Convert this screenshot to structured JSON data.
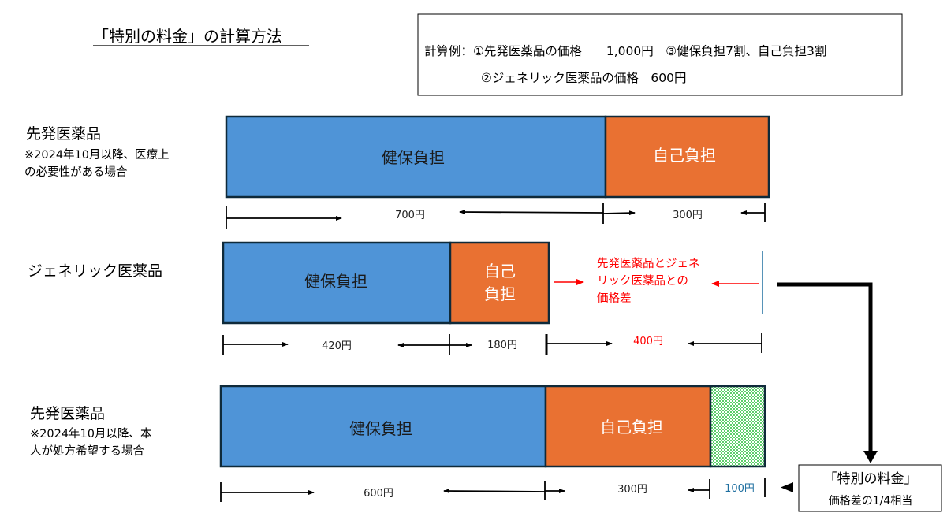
{
  "title": "「特別の料金」の計算方法",
  "example": {
    "line1": "計算例：①先発医薬品の価格　　1,000円　③健保負担7割、自己負担3割",
    "line2": "②ジェネリック医薬品の価格　600円"
  },
  "colors": {
    "insurance": "#4f94d7",
    "self": "#e97132",
    "border": "#0f2a3a",
    "red": "#ff0000",
    "blue_text": "#1f6fa0",
    "hatch": "#5ccf6a"
  },
  "rows": [
    {
      "label": "先発医薬品",
      "note_lines": [
        "※2024年10月以降、医療上",
        "の必要性がある場合"
      ],
      "segments": [
        "健保負担",
        "自己負担"
      ],
      "amounts": [
        "700円",
        "300円"
      ]
    },
    {
      "label": "ジェネリック医薬品",
      "segments": [
        "健保負担",
        "自己",
        "負担"
      ],
      "amounts": [
        "420円",
        "180円",
        "400円"
      ],
      "difference_lines": [
        "先発医薬品とジェネ",
        "リック医薬品との",
        "価格差"
      ]
    },
    {
      "label": "先発医薬品",
      "note_lines": [
        "※2024年10月以降、本",
        "人が処方希望する場合"
      ],
      "segments": [
        "健保負担",
        "自己負担"
      ],
      "amounts": [
        "600円",
        "300円",
        "100円"
      ]
    }
  ],
  "special_fee": {
    "title": "「特別の料金」",
    "subtitle": "価格差の1/4相当"
  }
}
